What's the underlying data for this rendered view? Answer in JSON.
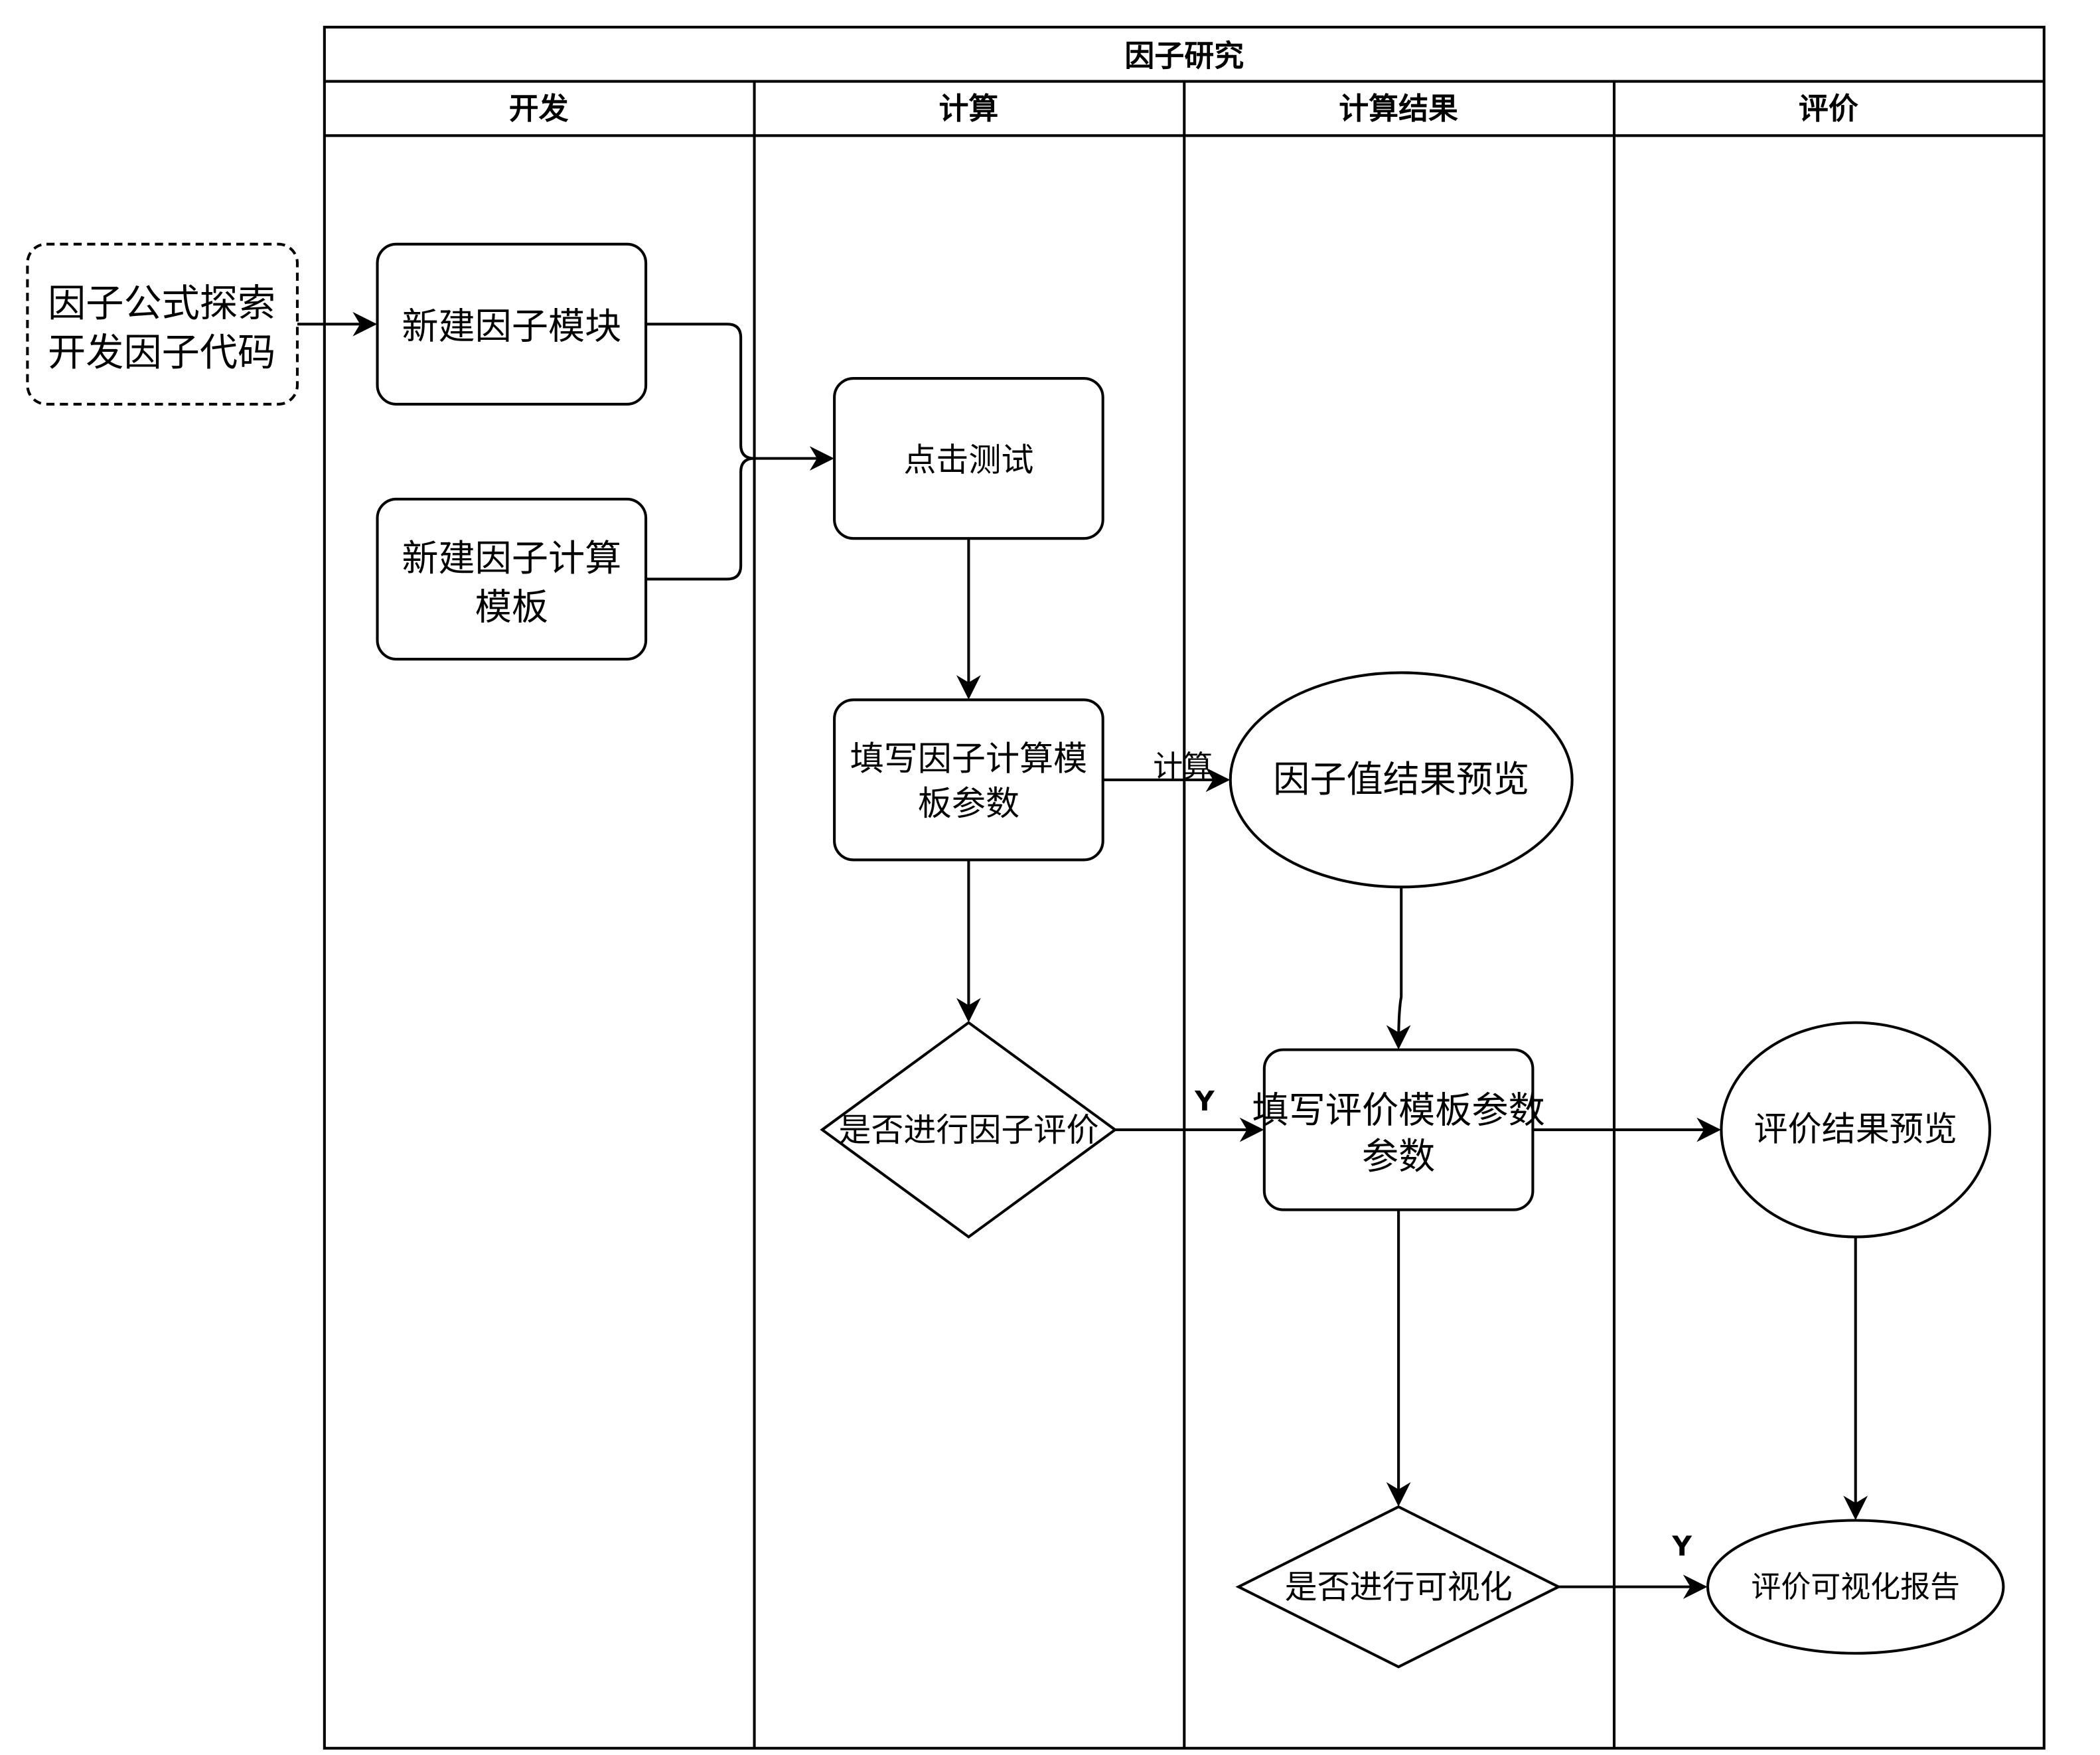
{
  "pool": {
    "title": "因子研究",
    "lanes": [
      "开发",
      "计算",
      "计算结果",
      "评价"
    ]
  },
  "nodes": {
    "explore": [
      "因子公式探索",
      "开发因子代码"
    ],
    "new_module": "新建因子模块",
    "new_template": [
      "新建因子计算",
      "模板"
    ],
    "click_test": "点击测试",
    "fill_calc_params": [
      "填写因子计算模",
      "板参数"
    ],
    "decide_eval": "是否进行因子评价",
    "factor_preview": "因子值结果预览",
    "fill_eval_params": [
      "填写评价模板参数",
      "参数"
    ],
    "eval_preview": "评价结果预览",
    "decide_visual": "是否进行可视化",
    "visual_report": "评价可视化报告"
  },
  "edge_labels": {
    "calc": "计算",
    "yes_eval": "Y",
    "yes_visual": "Y"
  }
}
